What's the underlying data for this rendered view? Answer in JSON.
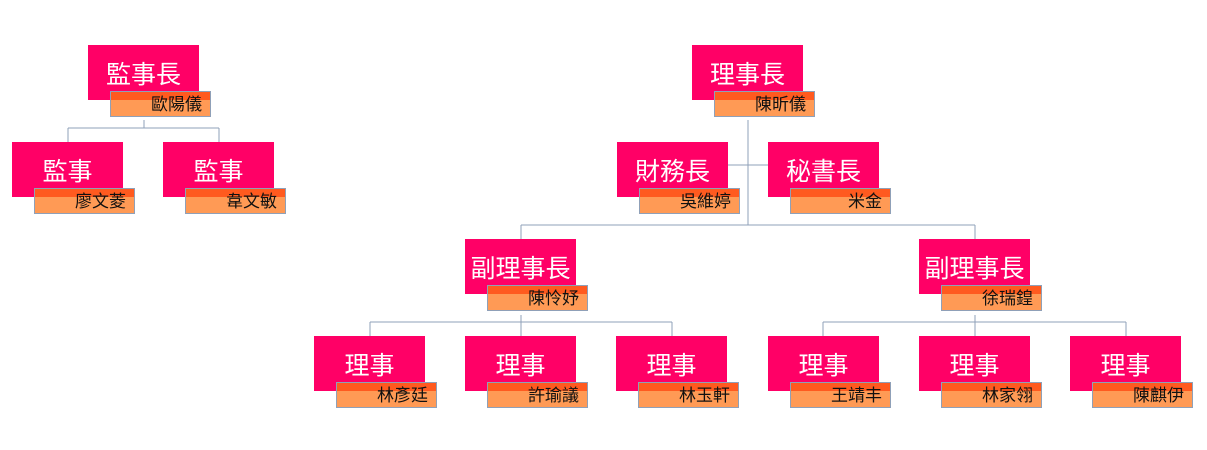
{
  "supervisory": {
    "chief": {
      "role": "監事長",
      "name": "歐陽儀"
    },
    "members": [
      {
        "role": "監事",
        "name": "廖文菱"
      },
      {
        "role": "監事",
        "name": "韋文敏"
      }
    ]
  },
  "board": {
    "chairman": {
      "role": "理事長",
      "name": "陳昕儀"
    },
    "assistants": [
      {
        "role": "財務長",
        "name": "吳維婷"
      },
      {
        "role": "秘書長",
        "name": "米金"
      }
    ],
    "vice_chairs": [
      {
        "role": "副理事長",
        "name": "陳怜妤",
        "directors": [
          {
            "role": "理事",
            "name": "林彥廷"
          },
          {
            "role": "理事",
            "name": "許瑜議"
          },
          {
            "role": "理事",
            "name": "林玉軒"
          }
        ]
      },
      {
        "role": "副理事長",
        "name": "徐瑞鍠",
        "directors": [
          {
            "role": "理事",
            "name": "王靖丰"
          },
          {
            "role": "理事",
            "name": "林家翎"
          },
          {
            "role": "理事",
            "name": "陳麒伊"
          }
        ]
      }
    ]
  },
  "colors": {
    "role_box": "#ff0066",
    "name_box": "#ff9a55",
    "name_band": "#ff5a1f",
    "connector": "#8fa0b8"
  }
}
